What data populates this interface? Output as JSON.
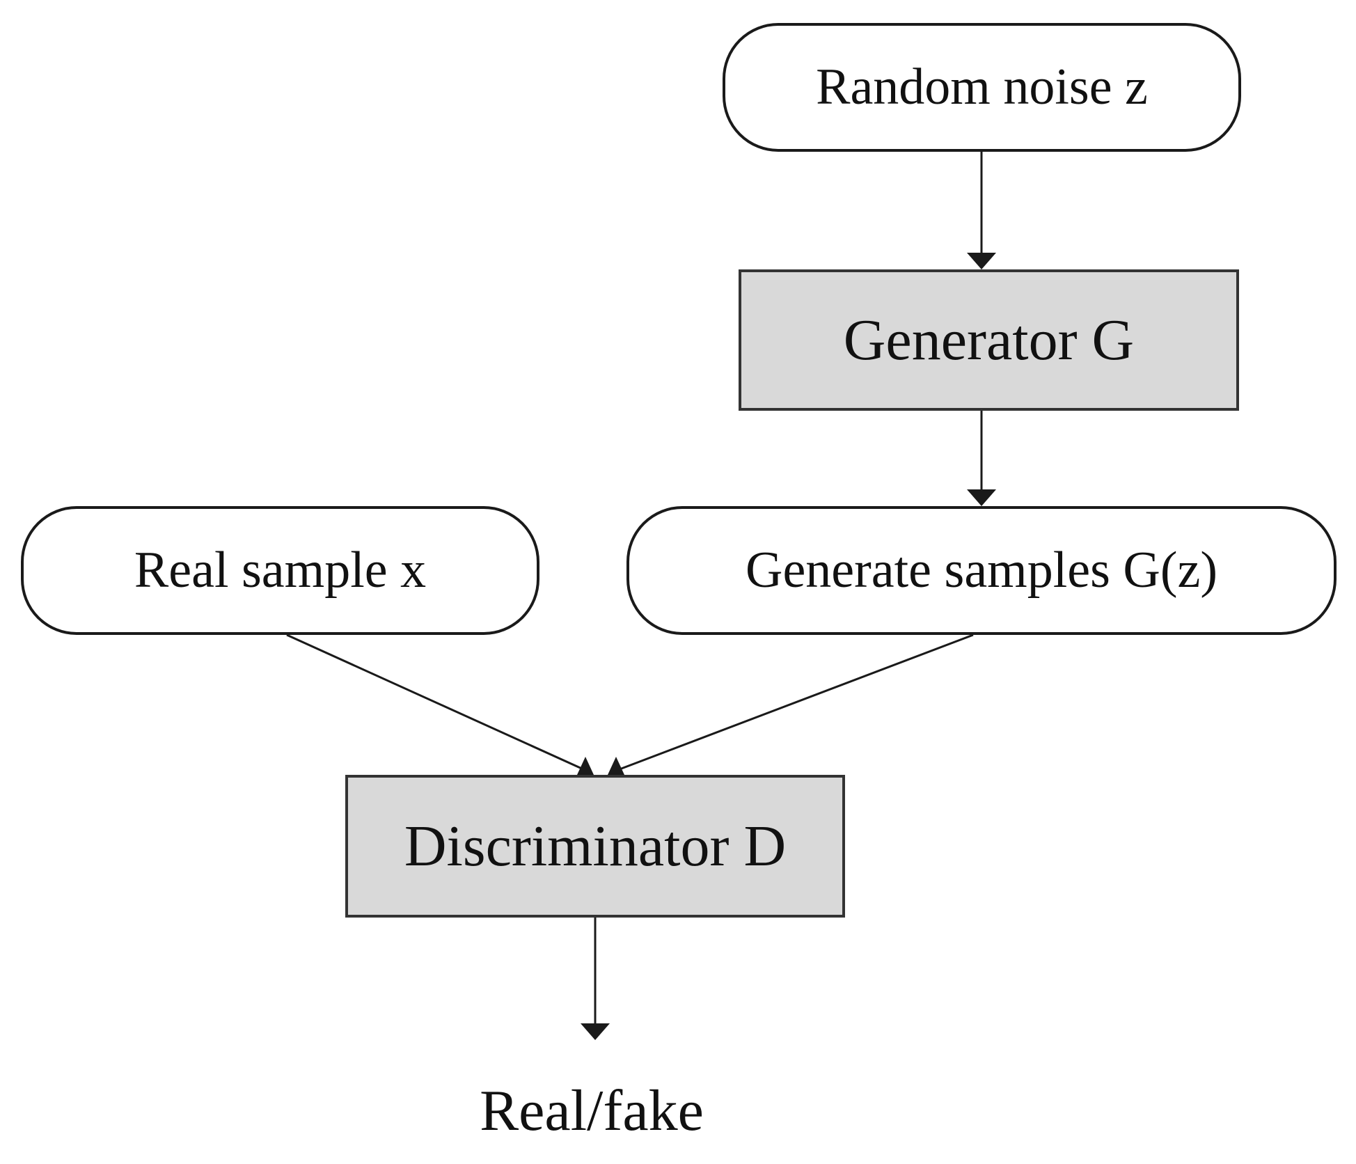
{
  "colors": {
    "line": "#1a1a1a",
    "box_fill": "#d9d9d9",
    "pill_fill": "#ffffff"
  },
  "nodes": {
    "random_noise": "Random noise z",
    "generator": "Generator G",
    "real_sample": "Real sample x",
    "generated_samples": "Generate samples G(z)",
    "discriminator": "Discriminator D",
    "output": "Real/fake"
  }
}
